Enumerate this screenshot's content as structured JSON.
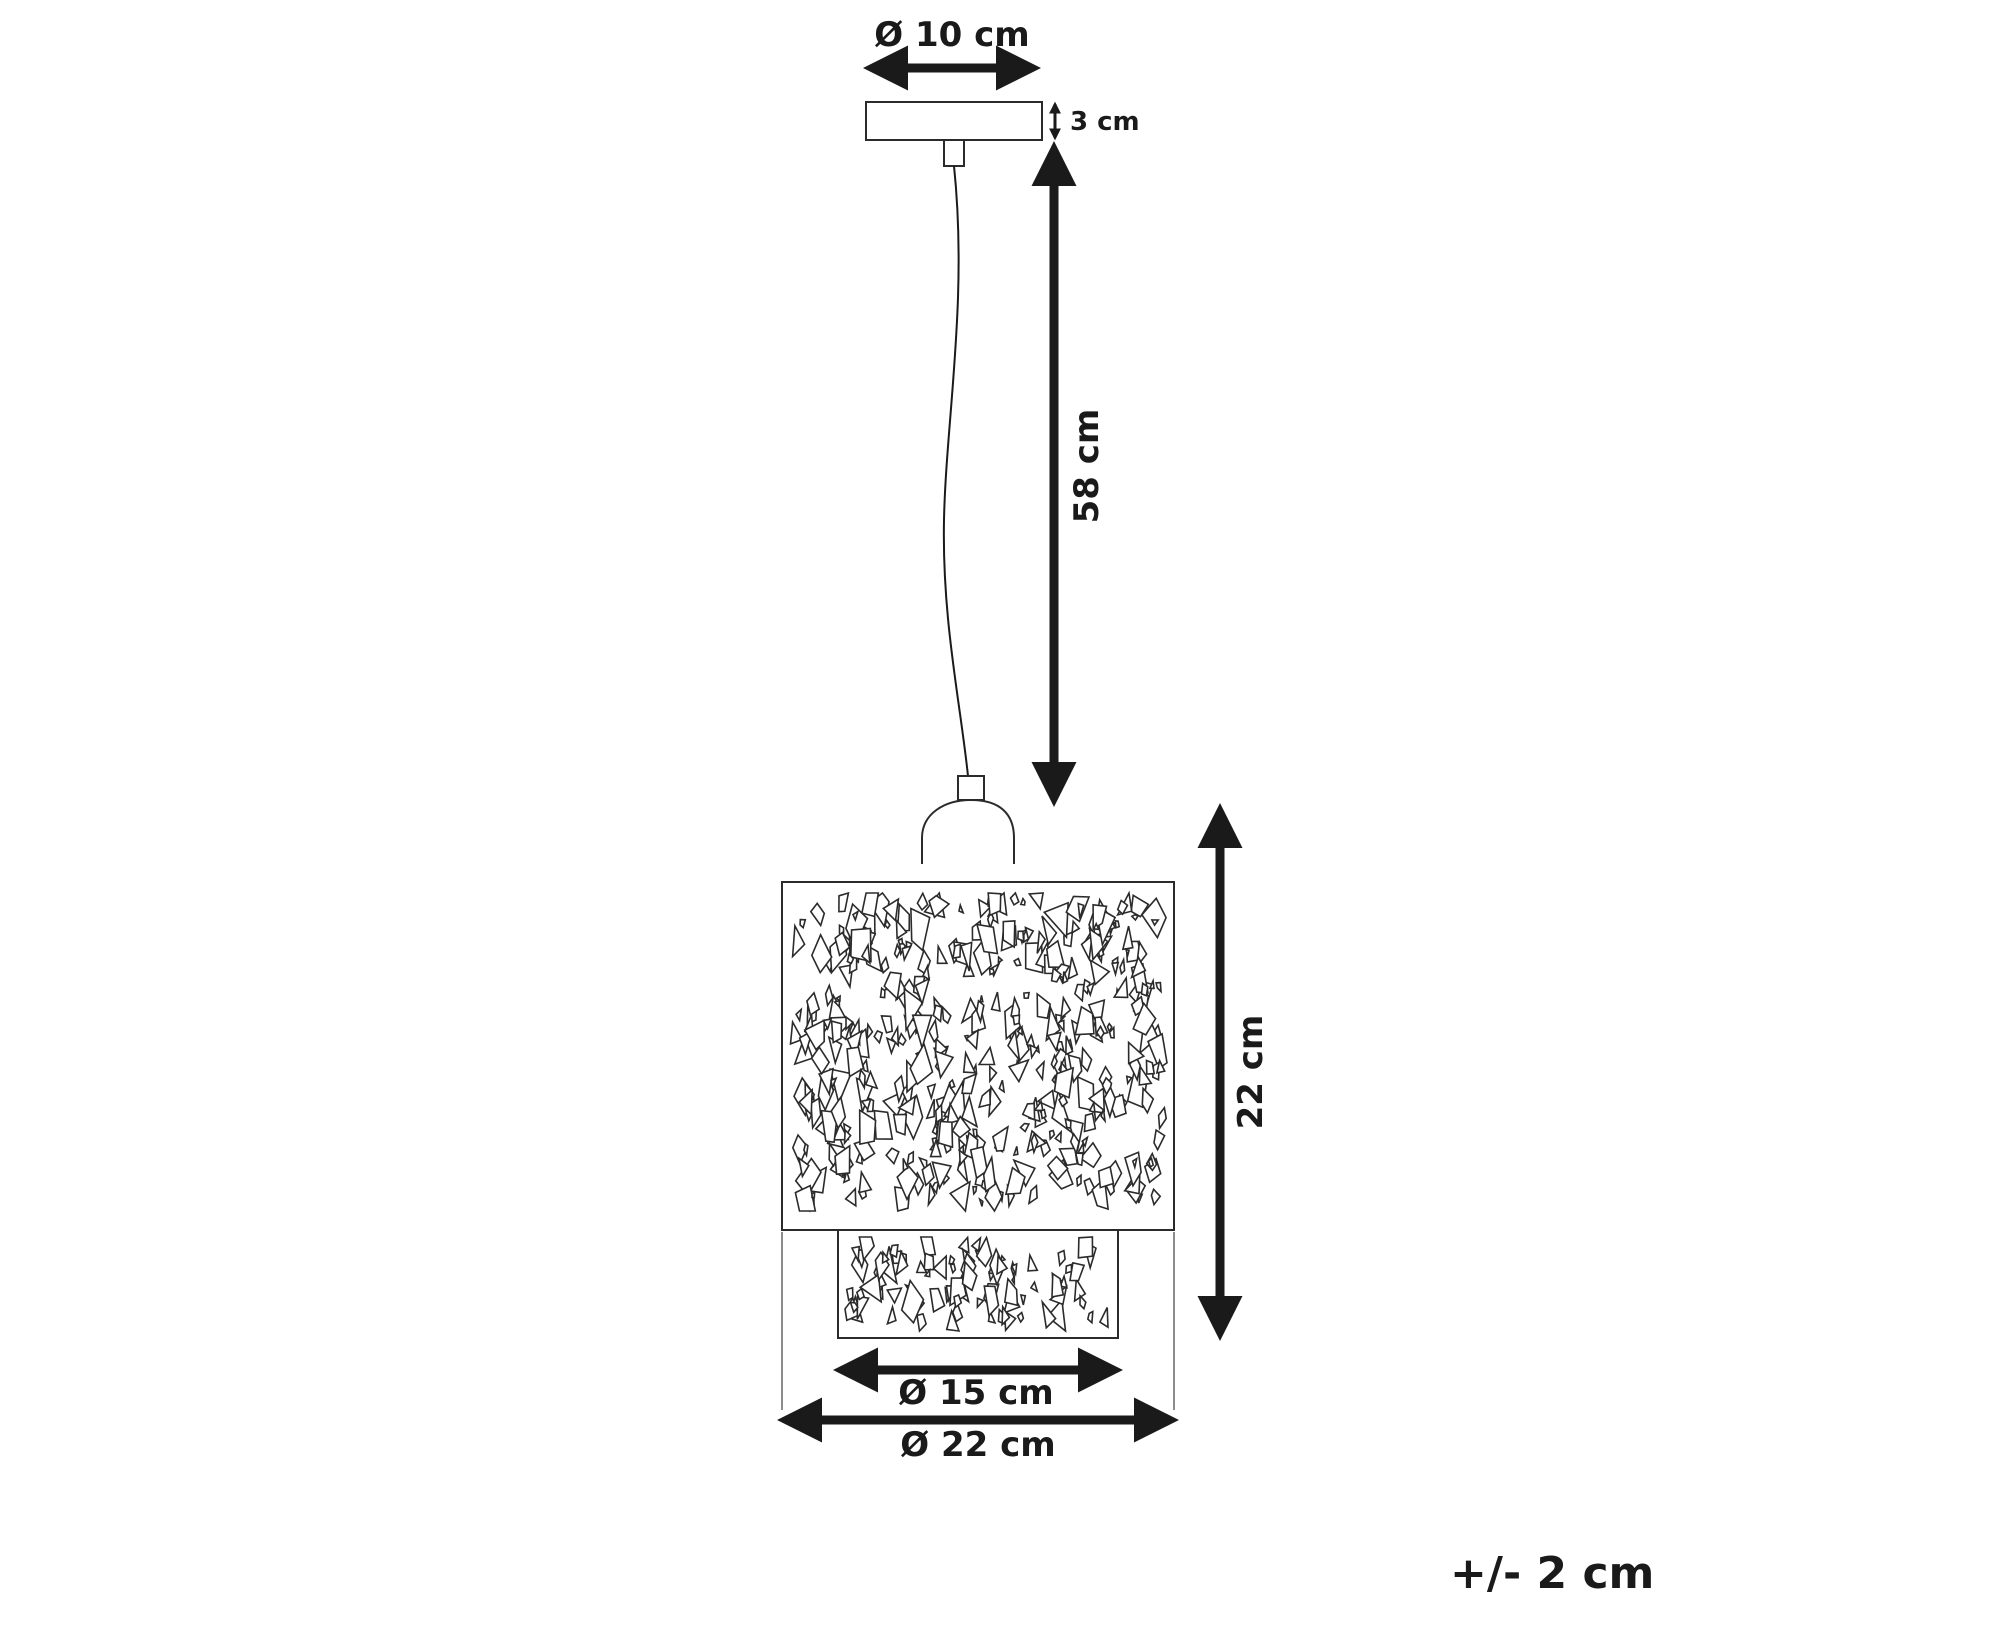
{
  "dimensions": {
    "canopy_diameter": "Ø 10 cm",
    "canopy_height": "3 cm",
    "cord_length": "58 cm",
    "shade_height": "22 cm",
    "inner_diameter": "Ø 15 cm",
    "outer_diameter": "Ø 22 cm"
  },
  "tolerance": "+/- 2 cm",
  "colors": {
    "line": "#1a1a1a",
    "background": "#ffffff"
  }
}
